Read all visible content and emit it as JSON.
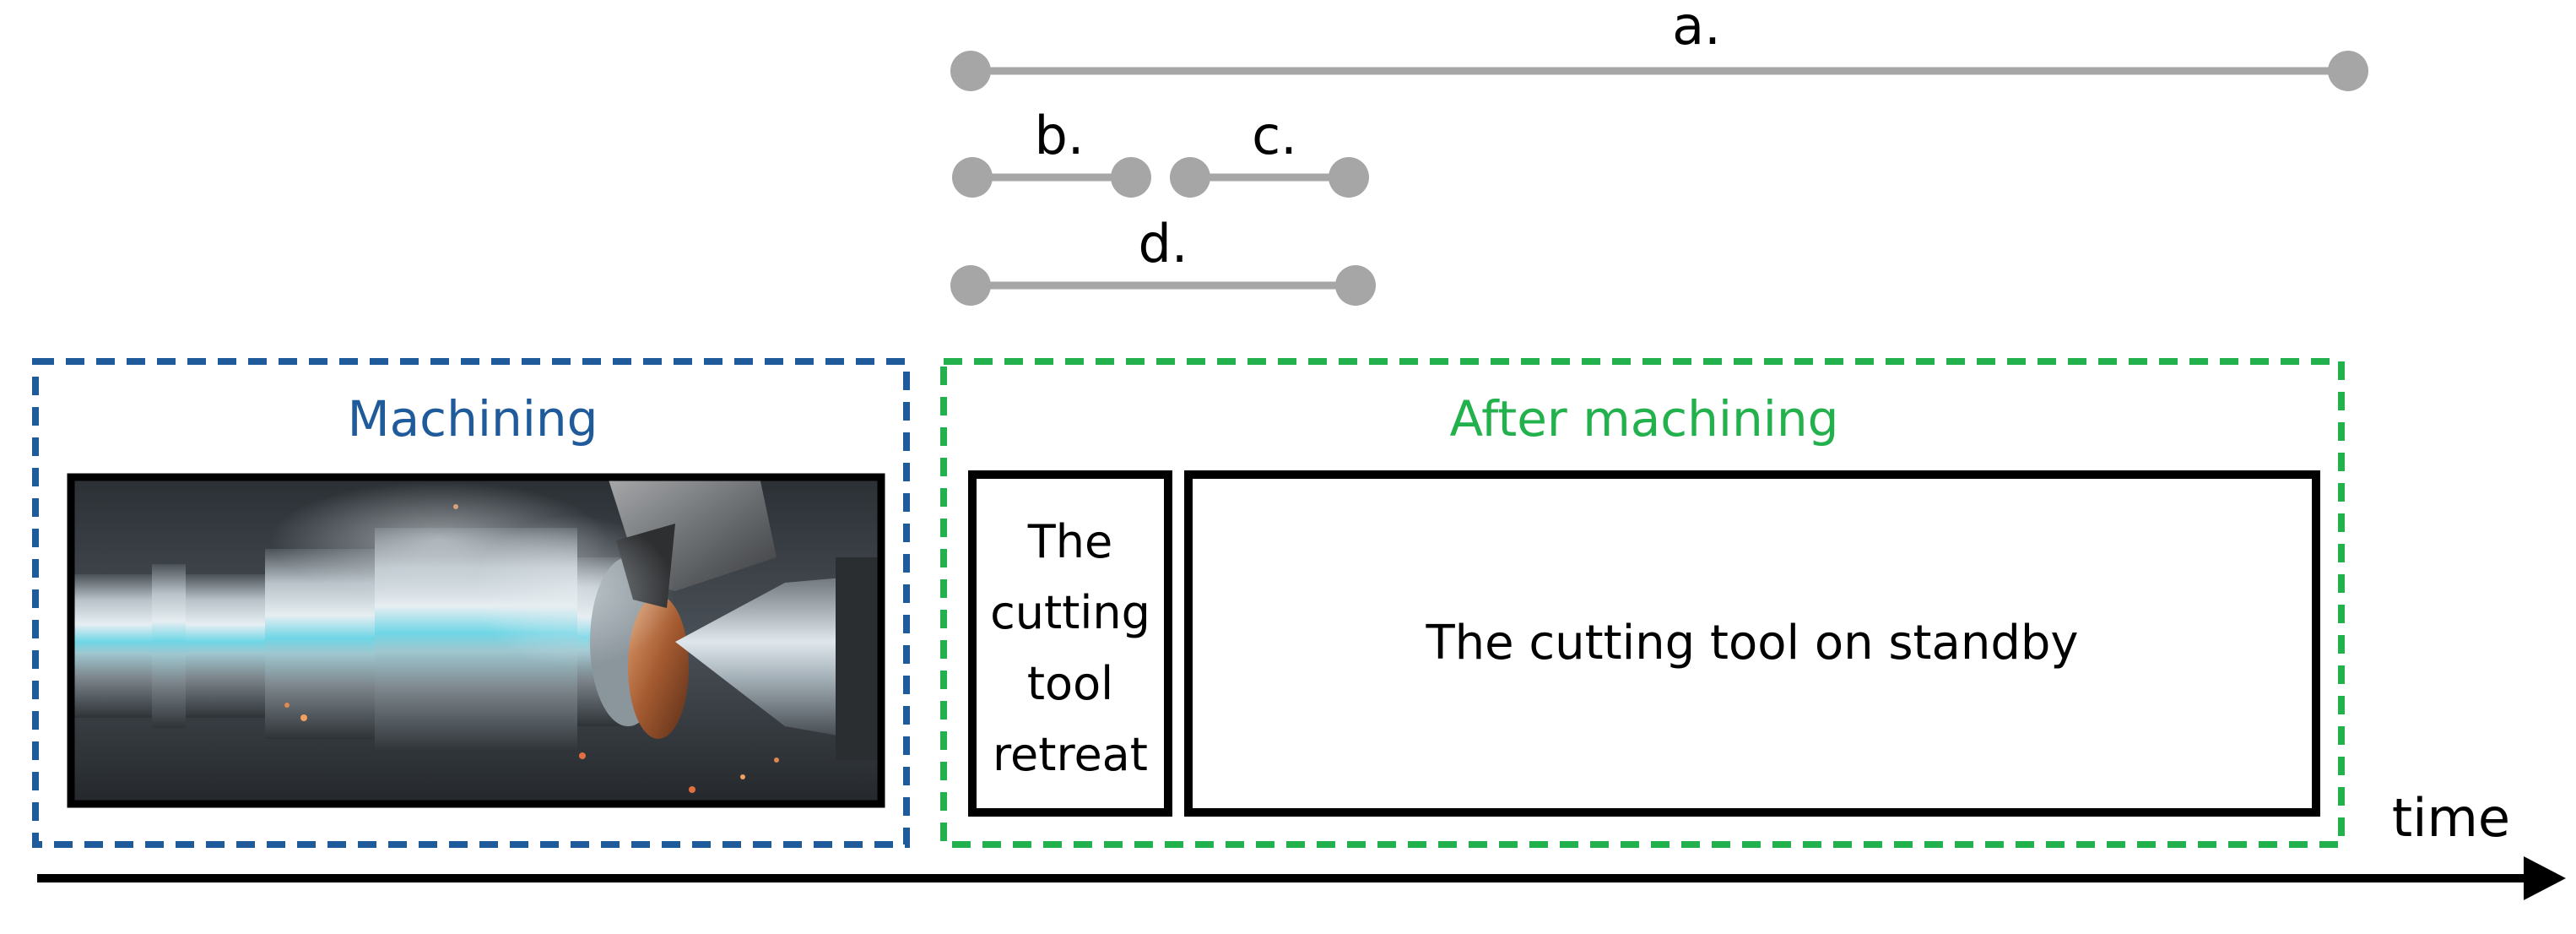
{
  "intervals": [
    {
      "label": "a."
    },
    {
      "label": "b."
    },
    {
      "label": "c."
    },
    {
      "label": "d."
    }
  ],
  "machining": {
    "title": "Machining",
    "color": "#1f5a9a"
  },
  "after_machining": {
    "title": "After machining",
    "color": "#22b14c",
    "retreat_lines": [
      "The",
      "cutting",
      "tool",
      "retreat"
    ],
    "standby_label": "The cutting tool on standby"
  },
  "axis": {
    "label": "time"
  },
  "colors": {
    "interval": "#a6a6a6",
    "box_border": "#000000",
    "axis": "#000000"
  }
}
